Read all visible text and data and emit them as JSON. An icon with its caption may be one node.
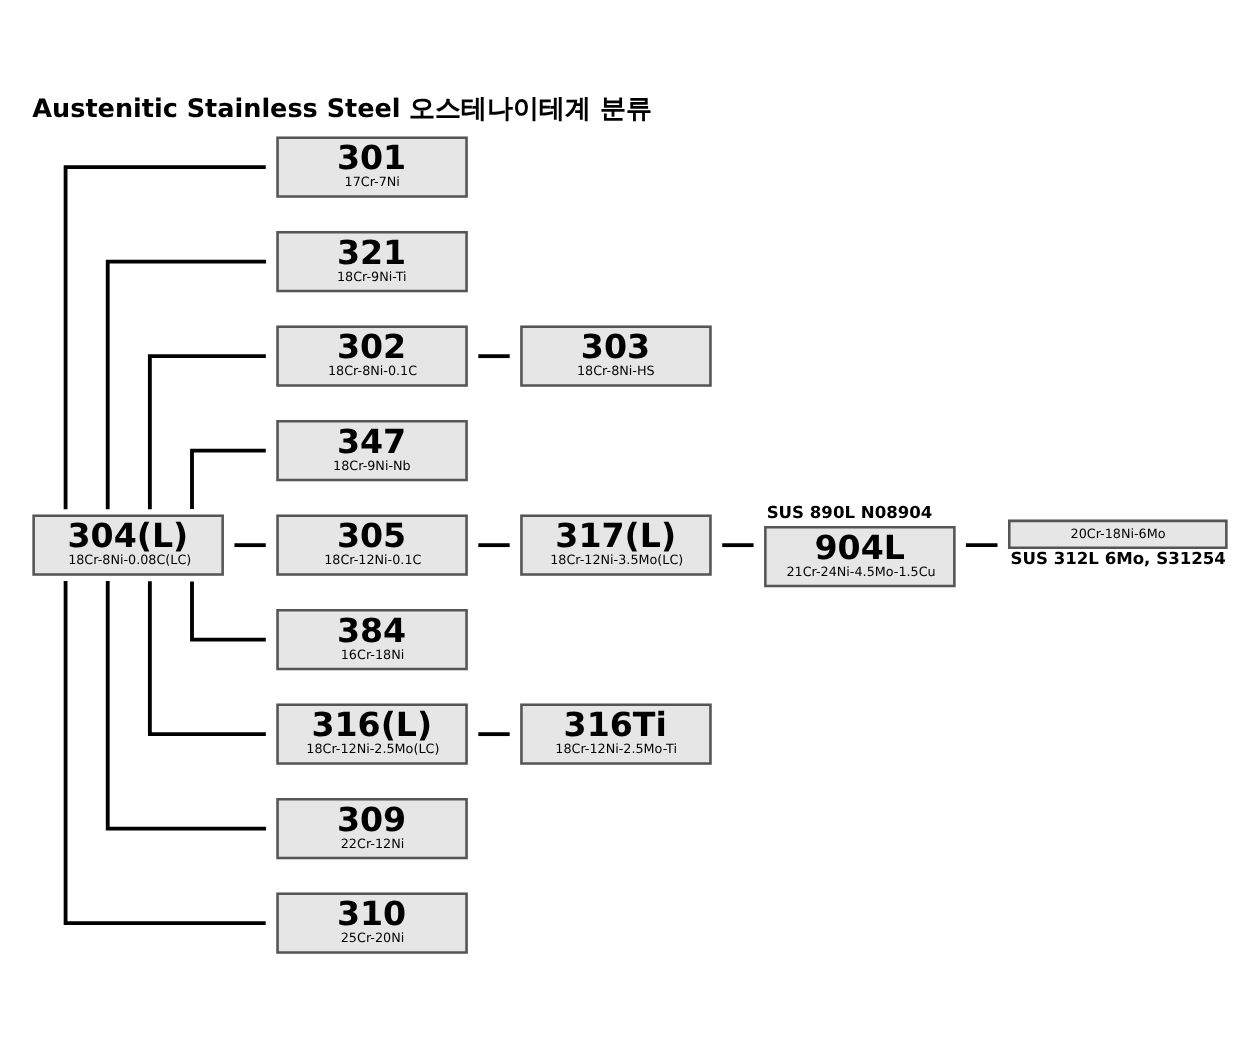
{
  "diagram": {
    "title": "Austenitic Stainless Steel 오스테나이테계 분류",
    "nodes": [
      {
        "text": [
          "304(L)",
          "18Cr-8Ni-0.08C(LC)"
        ]
      },
      {
        "text": [
          "301",
          "17Cr-7Ni"
        ]
      },
      {
        "text": [
          "321",
          "18Cr-9Ni-Ti"
        ]
      },
      {
        "text": [
          "302",
          "18Cr-8Ni-0.1C"
        ]
      },
      {
        "text": [
          "303",
          "18Cr-8Ni-HS"
        ]
      },
      {
        "text": [
          "347",
          "18Cr-9Ni-Nb"
        ]
      },
      {
        "text": [
          "305",
          "18Cr-12Ni-0.1C"
        ]
      },
      {
        "text": [
          "317(L)",
          "18Cr-12Ni-3.5Mo(LC)"
        ]
      },
      {
        "text": [
          "904L",
          "21Cr-24Ni-4.5Mo-1.5Cu"
        ],
        "beside": [
          "SUS 890L N08904"
        ]
      },
      {
        "text": [
          "384",
          "16Cr-18Ni"
        ]
      },
      {
        "text": [
          "316(L)",
          "18Cr-12Ni-2.5Mo(LC)"
        ]
      },
      {
        "text": [
          "316Ti",
          "18Cr-12Ni-2.5Mo-Ti"
        ]
      },
      {
        "text": [
          "20Cr-18Ni-6Mo"
        ],
        "beside": [
          "SUS 312L 6Mo, S31254"
        ]
      },
      {
        "text": [
          "309",
          "22Cr-12Ni"
        ]
      },
      {
        "text": [
          "310",
          "25Cr-20Ni"
        ]
      }
    ],
    "edges": [
      {
        "from": 0,
        "to": 1,
        "arrow": "none"
      },
      {
        "from": 0,
        "to": 2,
        "arrow": "none"
      },
      {
        "from": 0,
        "to": 3,
        "arrow": "none"
      },
      {
        "from": 3,
        "to": 4,
        "arrow": "none"
      },
      {
        "from": 0,
        "to": 5,
        "arrow": "none"
      },
      {
        "from": 0,
        "to": 6,
        "arrow": "none"
      },
      {
        "from": 6,
        "to": 7,
        "arrow": "none"
      },
      {
        "from": 7,
        "to": 8,
        "arrow": "none"
      },
      {
        "from": 8,
        "to": 12,
        "arrow": "none"
      },
      {
        "from": 0,
        "to": 9,
        "arrow": "none"
      },
      {
        "from": 0,
        "to": 10,
        "arrow": "none"
      },
      {
        "from": 10,
        "to": 11,
        "arrow": "none"
      },
      {
        "from": 0,
        "to": 13,
        "arrow": "none"
      },
      {
        "from": 0,
        "to": 14,
        "arrow": "none"
      }
    ]
  }
}
